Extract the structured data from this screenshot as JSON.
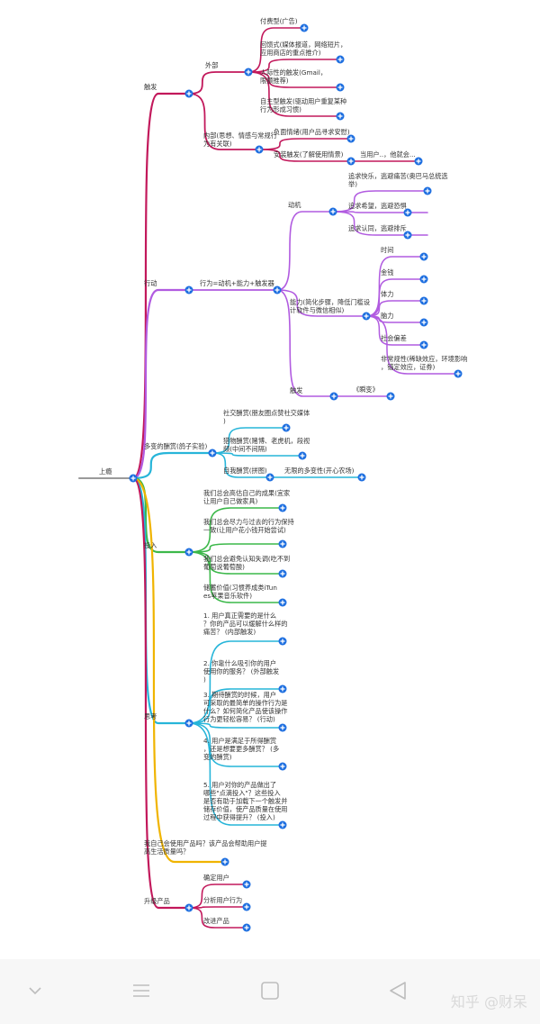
{
  "colors": {
    "root_line": "#9a9a9a",
    "trigger": "#c2185b",
    "action": "#b15be0",
    "reward": "#27b5d9",
    "invest": "#3cb84a",
    "thinking": "#27b5d9",
    "question": "#f0b400",
    "upgrade": "#c2185b",
    "plus": "#1e6fe0",
    "text": "#333333"
  },
  "mindmap": {
    "root": "上瘾",
    "trigger": {
      "label": "触发",
      "external": "外部",
      "ext_items": [
        "付费型(广告)",
        "回馈式(媒体报道，网络短片，应用商店的重点推介)",
        "人际性的触发(Gmail，限额推荐)",
        "自主型触发(驱动用户重复某种行为形成习惯)"
      ],
      "internal": "内部(思想、情感与常规行为有关联)",
      "int_items": [
        "负面情绪(用户品寻求安慰)",
        "安装触发(了解使用情景)"
      ],
      "int_sub": "当用户..，他就会..."
    },
    "action": {
      "label": "行动",
      "formula": "行为=动机+能力+触发器",
      "motivation": "动机",
      "motivation_items": [
        "追求快乐，逃避痛苦(奥巴马总统选举)",
        "追求希望，逃避恐惧",
        "追求认同，逃避排斥"
      ],
      "ability": "能力(简化步骤，降低门槛设计软件与微信相似)",
      "ability_items": [
        "时间",
        "金钱",
        "体力",
        "脑力",
        "社会偏差",
        "非常规性(稀缺效应，环境影响，锚定效应，证券)"
      ],
      "trigger": "触发",
      "trigger_sub": "《瞬变》"
    },
    "reward": {
      "label": "多变的酬赏(鸽子实验)",
      "items": [
        "社交酬赏(朋友圈点赞社交媒体)",
        "猎物酬赏(赌博、老虎机，段视频(中间不间隔)",
        "自我酬赏(拼图)"
      ],
      "self_sub": "无限的多变性(开心农场)"
    },
    "invest": {
      "label": "投入",
      "items": [
        "我们总会高估自己的成果(宜家让用户自己做家具)",
        "我们总会尽力与过去的行为保持一致(让用户花小钱开始尝试)",
        "我们总会避免认知失调(吃不到葡萄说葡萄酸)",
        "储蓄价值(习惯养成类iTunes苹果音乐软件)"
      ]
    },
    "thinking": {
      "label": "思考",
      "items": [
        "1. 用户真正需要的是什么？你的产品可以缓解什么样的痛苦？ (内部触发)",
        "2. 你靠什么吸引你的用户使用你的服务？ (外部触发)",
        "3. 期待酬赏的时候，用户可采取的最简单的操作行为是什么？如何简化产品使该操作行为更轻松容易？ (行动)",
        "4. 用户是满足于所得酬赏，还是想要更多酬赏？ (多变的酬赏)",
        "5. 用户对你的产品做出了哪些\"点滴投入\"？这些投入是否有助于加载下一个触发并储存价值，使产品质量在使用过程中获得提升？ (投入)"
      ]
    },
    "question": "我自己会使用产品吗？该产品会帮助用户提高生活质量吗？",
    "upgrade": {
      "label": "升级产品",
      "items": [
        "确定用户",
        "分析用户行为",
        "改进产品"
      ]
    }
  },
  "navbar": {
    "icons": [
      "chevron-down-icon",
      "menu-icon",
      "home-square-icon",
      "back-triangle-icon"
    ]
  },
  "watermark": "知乎 @财呆"
}
